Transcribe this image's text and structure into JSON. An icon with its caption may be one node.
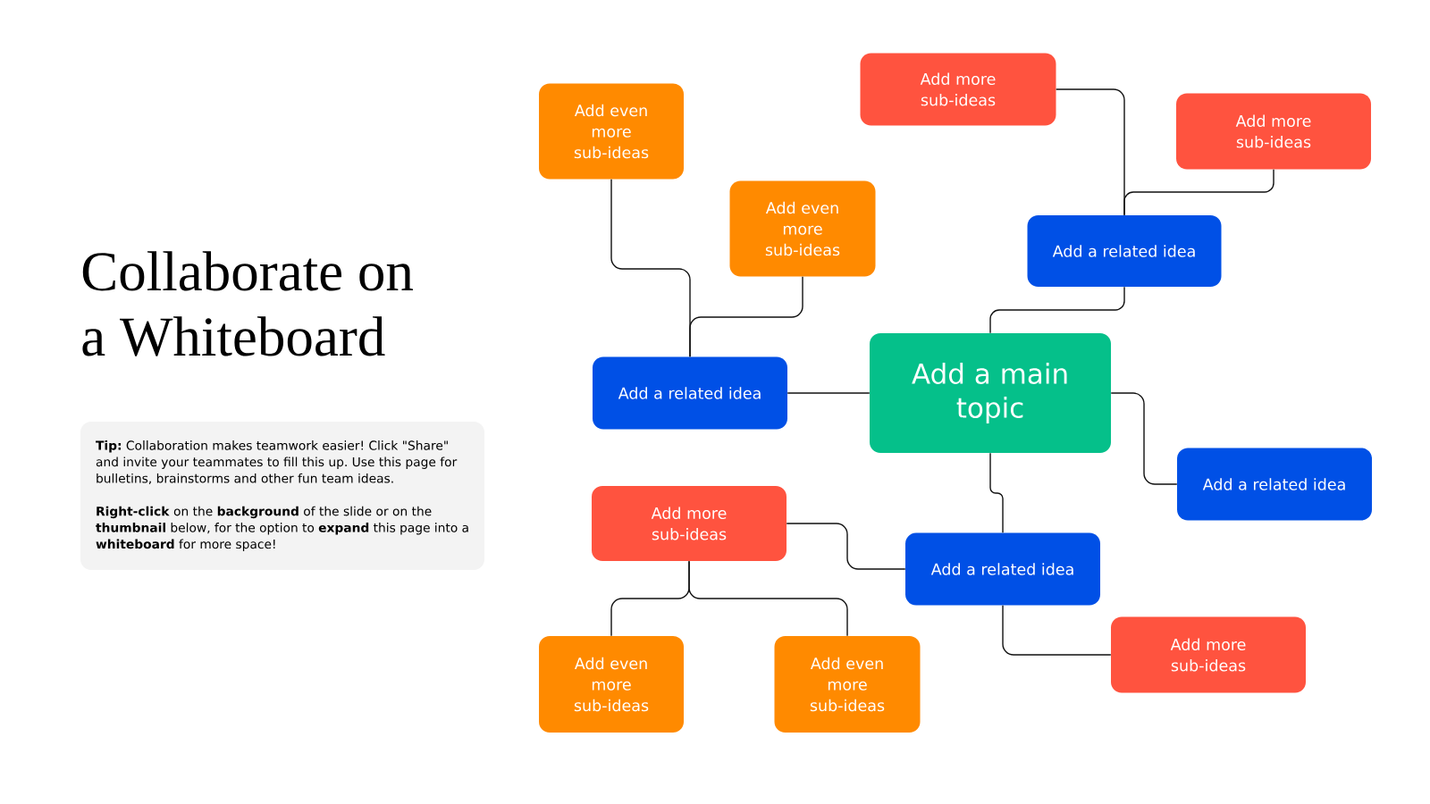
{
  "diagram": {
    "title": "Collaborate on a Whiteboard",
    "nodes": [
      {
        "text": [
          "**Tip:** Collaboration makes teamwork easier! Click \"Share\" and invite your teammates to fill this up. Use this page for bulletins, brainstorms and other fun team ideas.",
          "**Right-click** on the **background** of the slide or on the **thumbnail** below, for the option to **expand** this page into a **whiteboard** for more space!"
        ]
      },
      {
        "text": [
          "Add a main topic"
        ]
      },
      {
        "text": [
          "Add a related idea"
        ]
      },
      {
        "text": [
          "Add even more sub-ideas"
        ]
      },
      {
        "text": [
          "Add even more sub-ideas"
        ]
      },
      {
        "text": [
          "Add a related idea"
        ]
      },
      {
        "text": [
          "Add more sub-ideas"
        ]
      },
      {
        "text": [
          "Add more sub-ideas"
        ]
      },
      {
        "text": [
          "Add a related idea"
        ]
      },
      {
        "text": [
          "Add a related idea"
        ]
      },
      {
        "text": [
          "Add more sub-ideas"
        ]
      },
      {
        "text": [
          "Add even more sub-ideas"
        ]
      },
      {
        "text": [
          "Add even more sub-ideas"
        ]
      },
      {
        "text": [
          "Add more sub-ideas"
        ]
      }
    ],
    "edges": [
      {
        "from": 1,
        "to": 2,
        "arrow": "none"
      },
      {
        "from": 1,
        "to": 5,
        "arrow": "none"
      },
      {
        "from": 1,
        "to": 8,
        "arrow": "none"
      },
      {
        "from": 1,
        "to": 9,
        "arrow": "none"
      },
      {
        "from": 2,
        "to": 3,
        "arrow": "none"
      },
      {
        "from": 2,
        "to": 4,
        "arrow": "none"
      },
      {
        "from": 5,
        "to": 6,
        "arrow": "none"
      },
      {
        "from": 5,
        "to": 7,
        "arrow": "none"
      },
      {
        "from": 9,
        "to": 10,
        "arrow": "none"
      },
      {
        "from": 9,
        "to": 13,
        "arrow": "none"
      },
      {
        "from": 10,
        "to": 11,
        "arrow": "none"
      },
      {
        "from": 10,
        "to": 12,
        "arrow": "none"
      }
    ]
  }
}
